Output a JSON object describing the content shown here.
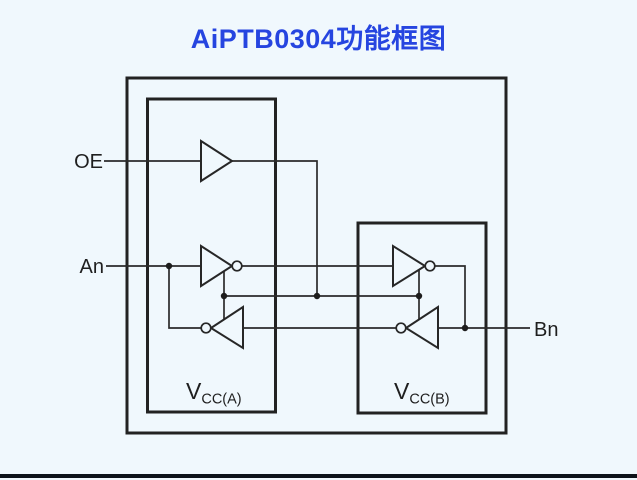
{
  "title": {
    "text": "AiPTB0304功能框图"
  },
  "pins": {
    "oe": "OE",
    "an": "An",
    "bn": "Bn"
  },
  "power": {
    "vcc_a": {
      "main": "V",
      "sub": "CC(A)"
    },
    "vcc_b": {
      "main": "V",
      "sub": "CC(B)"
    }
  },
  "colors": {
    "background": "#f0f8fd",
    "title_text": "#2645e0",
    "diagram_lines": "#272727",
    "label_text": "#1f1f1f",
    "bottom_bar": "#0e131a"
  },
  "structure": {
    "blocks": [
      {
        "name": "chip-outline",
        "label": ""
      },
      {
        "name": "vcc-a-domain",
        "label": "VCC(A)"
      },
      {
        "name": "vcc-b-domain",
        "label": "VCC(B)"
      }
    ],
    "buffers": [
      {
        "name": "oe-buffer",
        "domain": "vcc-a",
        "direction": "right",
        "output_bubble": false
      },
      {
        "name": "a-side-forward-buffer",
        "domain": "vcc-a",
        "direction": "right",
        "output_bubble": true
      },
      {
        "name": "a-side-reverse-buffer",
        "domain": "vcc-a",
        "direction": "left",
        "output_bubble": true
      },
      {
        "name": "b-side-forward-buffer",
        "domain": "vcc-b",
        "direction": "right",
        "output_bubble": true
      },
      {
        "name": "b-side-reverse-buffer",
        "domain": "vcc-b",
        "direction": "left",
        "output_bubble": true
      }
    ],
    "connections": [
      "OE -> oe-buffer -> enable bus -> enables of all four level-shift buffers",
      "An -> a-side-forward-buffer -> b-side-forward-buffer -> Bn",
      "Bn -> b-side-reverse-buffer -> a-side-reverse-buffer -> An"
    ]
  }
}
